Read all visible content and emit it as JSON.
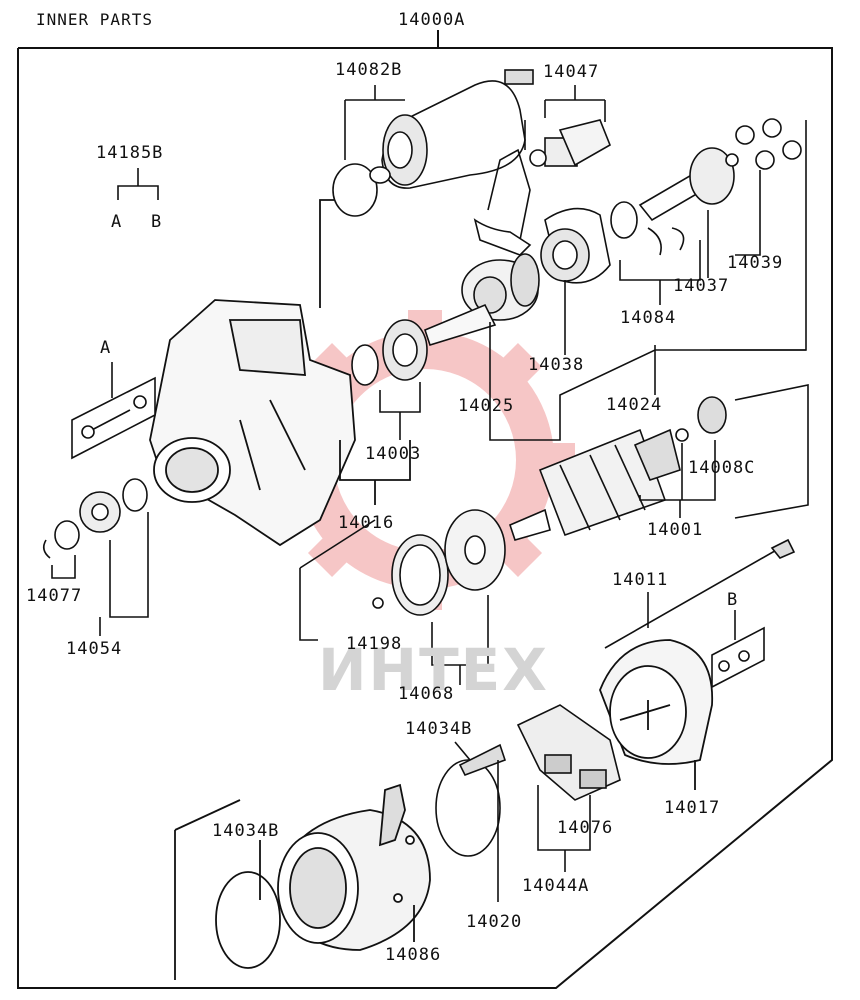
{
  "header": {
    "section_title": "INNER PARTS",
    "assembly_no": "14000A"
  },
  "watermark": {
    "text": "ИНТЕХ",
    "color": "#f0a0a0"
  },
  "kit": {
    "no": "14185B",
    "a": "A",
    "b": "B"
  },
  "callouts": {
    "p14082B": "14082B",
    "p14047": "14047",
    "p14039": "14039",
    "p14037": "14037",
    "p14084": "14084",
    "p14038": "14038",
    "p14025": "14025",
    "p14024": "14024",
    "p14003": "14003",
    "p14016": "14016",
    "p14008C": "14008C",
    "p14001": "14001",
    "p14077": "14077",
    "p14054": "14054",
    "p14011": "14011",
    "p14198": "14198",
    "p14068": "14068",
    "p14034B_top": "14034B",
    "p14034B_left": "14034B",
    "p14017": "14017",
    "p14076": "14076",
    "p14044A": "14044A",
    "p14020": "14020",
    "p14086": "14086",
    "ref_A": "A",
    "ref_B": "B"
  }
}
